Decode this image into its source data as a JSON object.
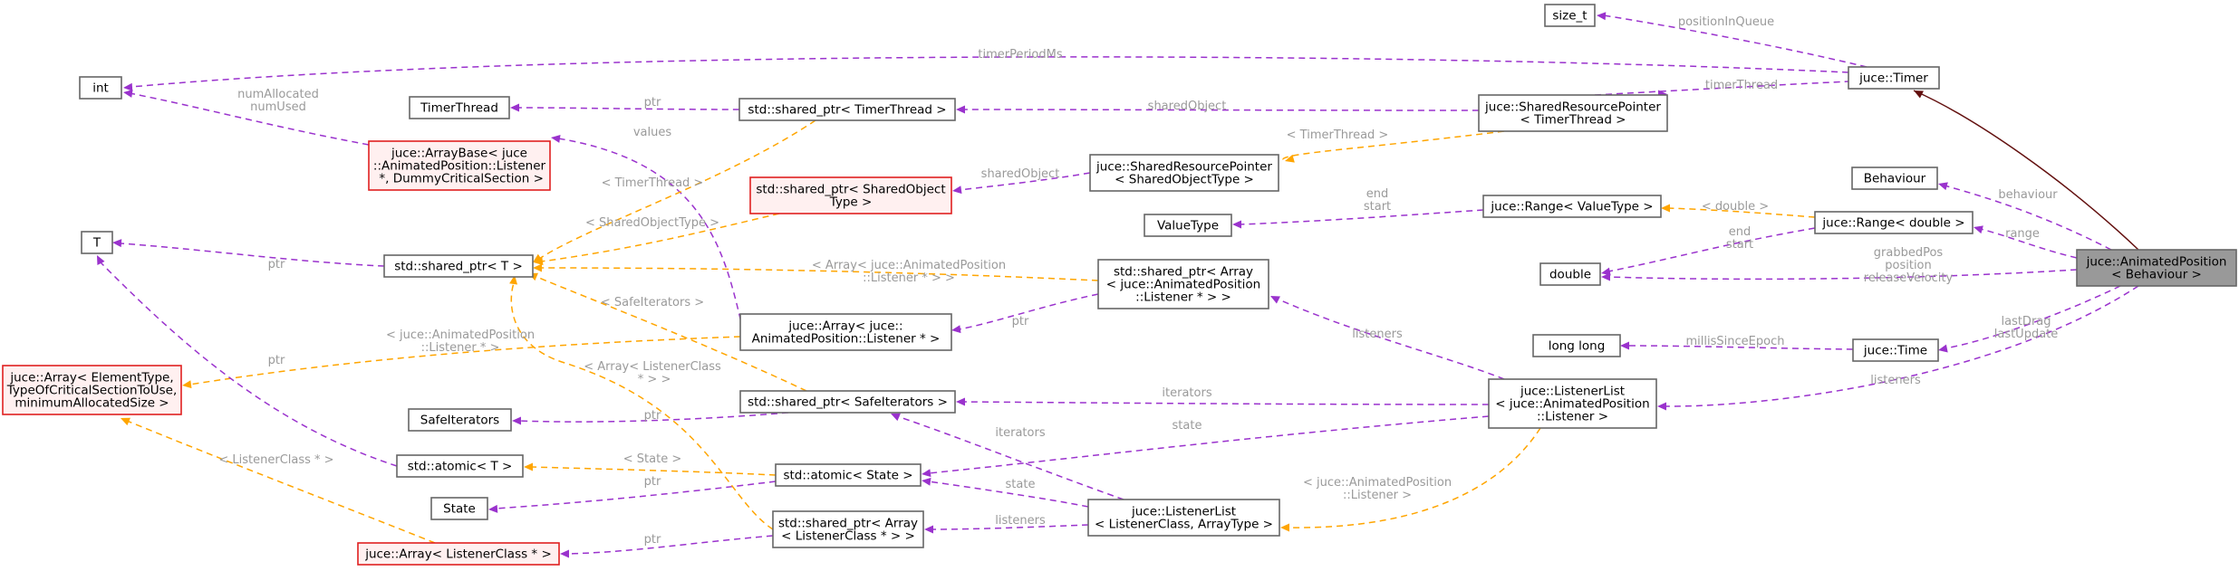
{
  "nodes": {
    "size_t": {
      "lines": [
        "size_t"
      ]
    },
    "timer": {
      "lines": [
        "juce::Timer"
      ]
    },
    "int": {
      "lines": [
        "int"
      ]
    },
    "timerthread": {
      "lines": [
        "TimerThread"
      ]
    },
    "sp_timerthread": {
      "lines": [
        "std::shared_ptr< TimerThread >"
      ]
    },
    "srp_timerthread": {
      "lines": [
        "juce::SharedResourcePointer",
        "< TimerThread >"
      ]
    },
    "arraybase": {
      "lines": [
        "juce::ArrayBase< juce",
        "::AnimatedPosition::Listener",
        " *, DummyCriticalSection >"
      ]
    },
    "sp_sharedobject": {
      "lines": [
        "std::shared_ptr< SharedObject",
        "Type >"
      ]
    },
    "srp_sharedobject": {
      "lines": [
        "juce::SharedResourcePointer",
        "< SharedObjectType >"
      ]
    },
    "behaviour": {
      "lines": [
        "Behaviour"
      ]
    },
    "valuetype": {
      "lines": [
        "ValueType"
      ]
    },
    "range_valuetype": {
      "lines": [
        "juce::Range< ValueType >"
      ]
    },
    "range_double": {
      "lines": [
        "juce::Range< double >"
      ]
    },
    "animated": {
      "lines": [
        "juce::AnimatedPosition",
        "< Behaviour >"
      ]
    },
    "T": {
      "lines": [
        "T"
      ]
    },
    "sp_T": {
      "lines": [
        "std::shared_ptr< T >"
      ]
    },
    "double": {
      "lines": [
        "double"
      ]
    },
    "sp_array_listener": {
      "lines": [
        "std::shared_ptr< Array",
        "< juce::AnimatedPosition",
        "::Listener * > >"
      ]
    },
    "array_listener": {
      "lines": [
        "juce::Array< juce::",
        "AnimatedPosition::Listener * >"
      ]
    },
    "longlong": {
      "lines": [
        "long long"
      ]
    },
    "time": {
      "lines": [
        "juce::Time"
      ]
    },
    "array_generic": {
      "lines": [
        "juce::Array< ElementType,",
        "TypeOfCriticalSectionToUse,",
        "minimumAllocatedSize >"
      ]
    },
    "listenerlist_animated": {
      "lines": [
        "juce::ListenerList",
        "< juce::AnimatedPosition",
        "::Listener >"
      ]
    },
    "safeiterators": {
      "lines": [
        "SafeIterators"
      ]
    },
    "sp_safeiterators": {
      "lines": [
        "std::shared_ptr< SafeIterators >"
      ]
    },
    "atomic_T": {
      "lines": [
        "std::atomic< T >"
      ]
    },
    "atomic_state": {
      "lines": [
        "std::atomic< State >"
      ]
    },
    "state": {
      "lines": [
        "State"
      ]
    },
    "sp_array_listenerclass": {
      "lines": [
        "std::shared_ptr< Array",
        "< ListenerClass * > >"
      ]
    },
    "listenerlist_generic": {
      "lines": [
        "juce::ListenerList",
        "< ListenerClass, ArrayType >"
      ]
    },
    "array_listenerclass": {
      "lines": [
        "juce::Array< ListenerClass * >"
      ]
    }
  },
  "edge_labels": {
    "positionInQueue": [
      "positionInQueue"
    ],
    "timerPeriodMs": [
      "timerPeriodMs"
    ],
    "ptr_timerthread": [
      "ptr"
    ],
    "sharedObject_tt": [
      "sharedObject"
    ],
    "timerThread": [
      "timerThread"
    ],
    "numAllocated": [
      "numAllocated",
      "numUsed"
    ],
    "values": [
      "values"
    ],
    "tpl_timerthread_srp": [
      "< TimerThread >"
    ],
    "sharedObject_so": [
      "sharedObject"
    ],
    "tpl_timerthread_spt": [
      "< TimerThread >"
    ],
    "tpl_sharedobjecttype": [
      "< SharedObjectType >"
    ],
    "endstart_vt": [
      "end",
      "start"
    ],
    "tpl_double": [
      "< double >"
    ],
    "behaviour": [
      "behaviour"
    ],
    "range": [
      "range"
    ],
    "endstart_d": [
      "end",
      "start"
    ],
    "grabbedPos": [
      "grabbedPos",
      "position",
      "releaseVelocity"
    ],
    "ptr_T": [
      "ptr"
    ],
    "tpl_array_listener_ptr": [
      "< Array< juce::AnimatedPosition",
      "::Listener * > >"
    ],
    "tpl_safeiterators": [
      "< SafeIterators >"
    ],
    "listeners_spal": [
      "listeners"
    ],
    "ptr_array_listener": [
      "ptr"
    ],
    "tpl_animated_listener_ptr": [
      "< juce::AnimatedPosition",
      "::Listener * >"
    ],
    "lastDrag": [
      "lastDrag",
      "lastUpdate"
    ],
    "millisSinceEpoch": [
      "millisSinceEpoch"
    ],
    "listeners_ll": [
      "listeners"
    ],
    "ptr_atomicT": [
      "ptr"
    ],
    "iterators_ll": [
      "iterators"
    ],
    "ptr_safeiterators": [
      "ptr"
    ],
    "state_ll": [
      "state"
    ],
    "tpl_arraylistenerclass_ptr": [
      "< Array< ListenerClass",
      " * > >"
    ],
    "iterators_gen": [
      "iterators"
    ],
    "tpl_state": [
      "< State >"
    ],
    "tpl_listenerclass": [
      "< ListenerClass * >"
    ],
    "ptr_state": [
      "ptr"
    ],
    "state_gen": [
      "state"
    ],
    "tpl_animated_listener": [
      "< juce::AnimatedPosition",
      "::Listener >"
    ],
    "listeners_gen": [
      "listeners"
    ],
    "ptr_arraylistenerclass": [
      "ptr"
    ]
  }
}
